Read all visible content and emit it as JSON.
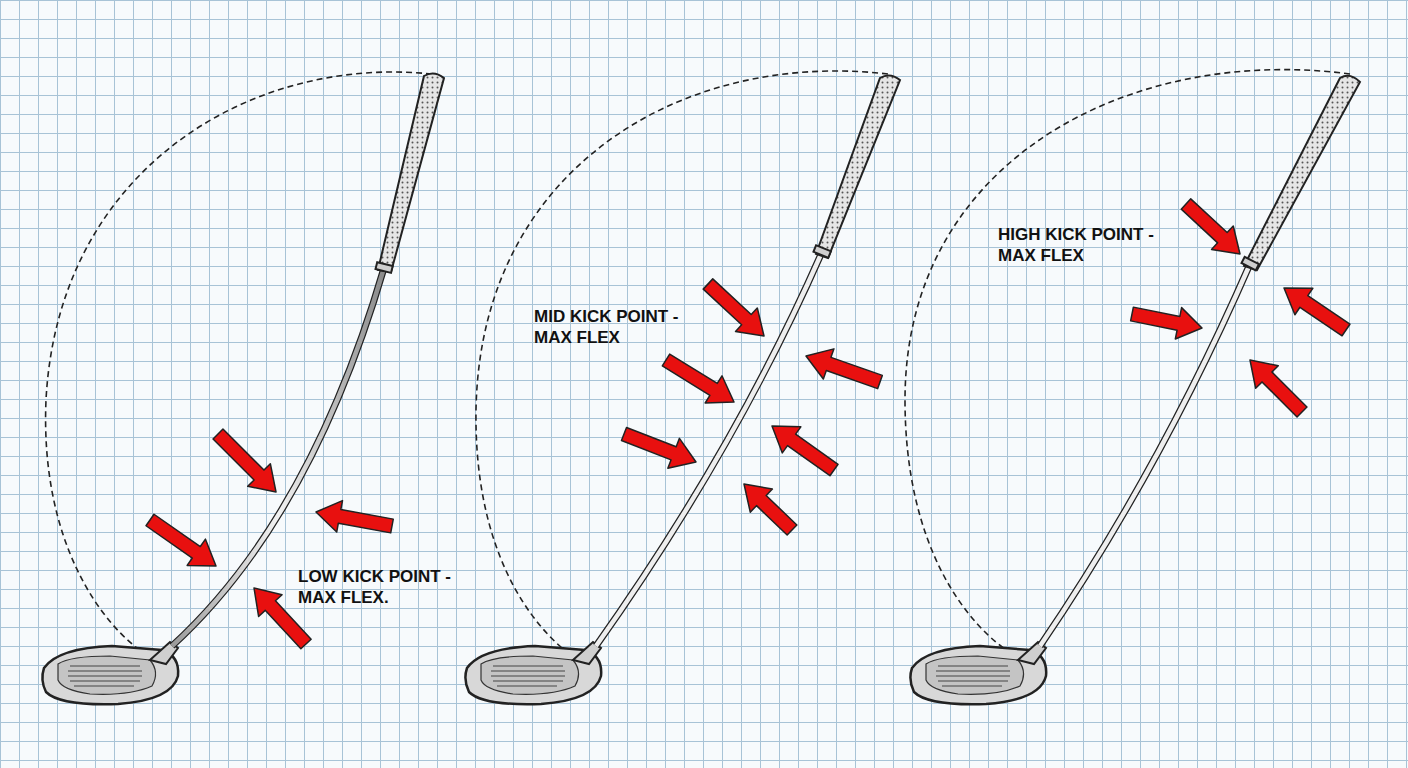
{
  "diagram": {
    "labels": [
      "LOW KICK POINT - MAX FLEX.",
      "MID KICK POINT - MAX FLEX",
      "HIGH KICK POINT - MAX FLEX"
    ]
  }
}
